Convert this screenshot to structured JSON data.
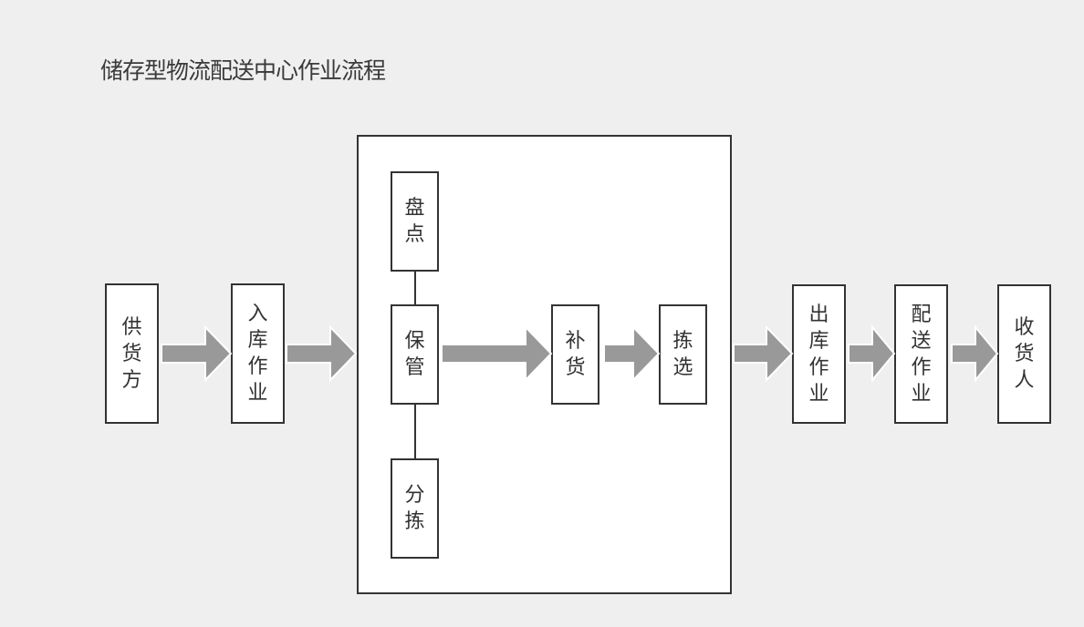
{
  "title": "储存型物流配送中心作业流程",
  "nodes": {
    "supplier": "供货方",
    "inbound": "入库作业",
    "inventory_check": "盘点",
    "storage": "保管",
    "sorting": "分拣",
    "replenish": "补货",
    "picking": "拣选",
    "outbound": "出库作业",
    "delivery": "配送作业",
    "consignee": "收货人"
  },
  "colors": {
    "background": "#efefef",
    "box_fill": "#ffffff",
    "box_border": "#333333",
    "arrow_fill": "#999999",
    "arrow_stroke": "#ffffff"
  }
}
